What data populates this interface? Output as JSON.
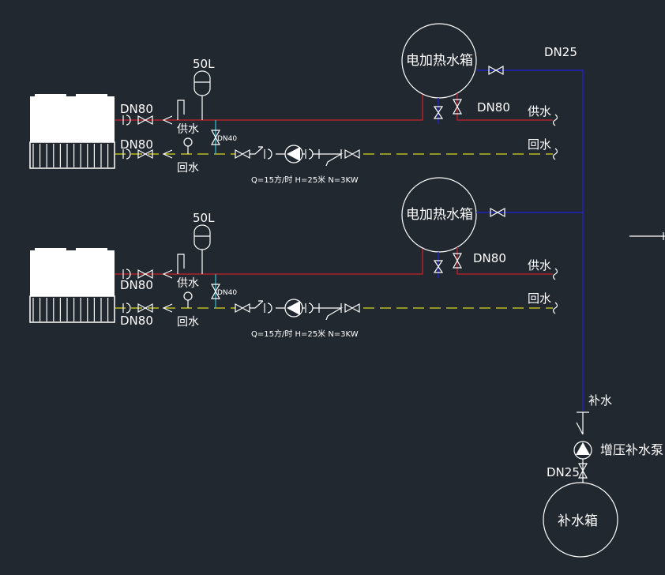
{
  "colors": {
    "background": "#212830",
    "supply": "#c8202a",
    "return": "#d8d81c",
    "makeup": "#1f22c0",
    "bypass": "#2fb8c8"
  },
  "systems": [
    {
      "dn_supply": "DN80",
      "dn_return": "DN80",
      "supply_label": "供水",
      "return_label": "回水",
      "expansion_tank": "50L",
      "bypass": "DN40",
      "pump_spec": "Q=15方/时 H=25米 N=3KW",
      "tank": "电加热水箱",
      "tank_dn": "DN80",
      "out_supply": "供水",
      "out_return": "回水"
    },
    {
      "dn_supply": "DN80",
      "dn_return": "DN80",
      "supply_label": "供水",
      "return_label": "回水",
      "expansion_tank": "50L",
      "bypass": "DN40",
      "pump_spec": "Q=15方/时 H=25米 N=3KW",
      "tank": "电加热水箱",
      "tank_dn": "DN80",
      "out_supply": "供水",
      "out_return": "回水"
    }
  ],
  "makeup": {
    "dn_top": "DN25",
    "label": "补水",
    "pump": "增压补水泵",
    "dn_bottom": "DN25",
    "tank": "补水箱"
  }
}
